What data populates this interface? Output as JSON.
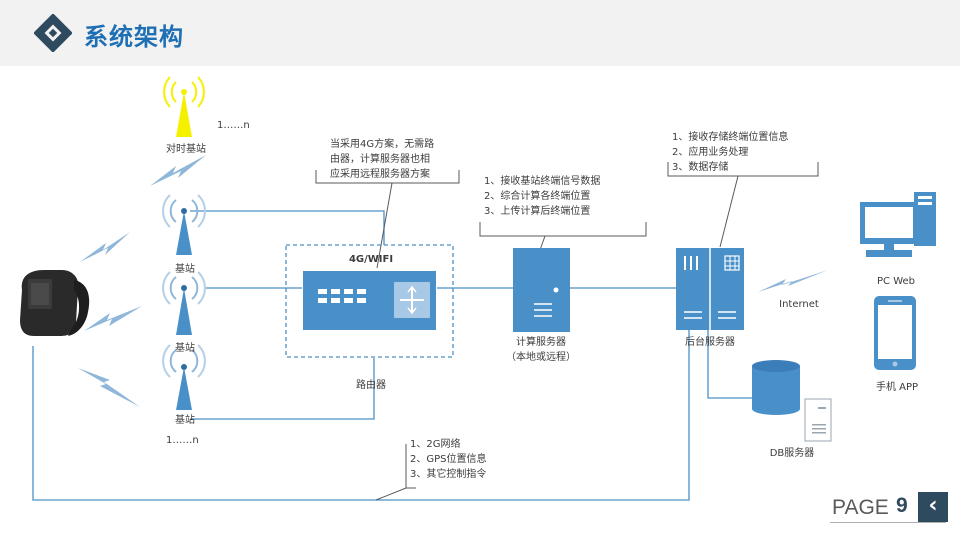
{
  "header": {
    "title": "系统架构"
  },
  "diagram": {
    "timing_station": {
      "label": "对时基站",
      "count": "1……n"
    },
    "base_stations": [
      "基站",
      "基站",
      "基站"
    ],
    "base_count": "1……n",
    "router": {
      "box_label": "4G/WIFI",
      "label": "路由器"
    },
    "router_note": [
      "当采用4G方案，无需路",
      "由器，计算服务器也相",
      "应采用远程服务器方案"
    ],
    "compute_server": {
      "label": "计算服务器",
      "sublabel": "（本地或远程）"
    },
    "compute_note": [
      "1、接收基站终端信号数据",
      "2、综合计算各终端位置",
      "3、上传计算后终端位置"
    ],
    "backend_server": {
      "label": "后台服务器"
    },
    "backend_note": [
      "1、接收存储终端位置信息",
      "2、应用业务处理",
      "3、数据存储"
    ],
    "db_server": {
      "label": "DB服务器"
    },
    "internet": {
      "label": "Internet"
    },
    "pc_web": {
      "label": "PC Web"
    },
    "mobile_app": {
      "label": "手机 APP"
    },
    "network_note": [
      "1、2G网络",
      "2、GPS位置信息",
      "3、其它控制指令"
    ]
  },
  "footer": {
    "page_label": "PAGE",
    "page_number": "9",
    "back_icon": "chevron-left-icon"
  },
  "colors": {
    "accent": "#4a90c8",
    "title": "#1f6fb5",
    "dark": "#2e4a5e",
    "tower_yellow": "#f5f000"
  }
}
